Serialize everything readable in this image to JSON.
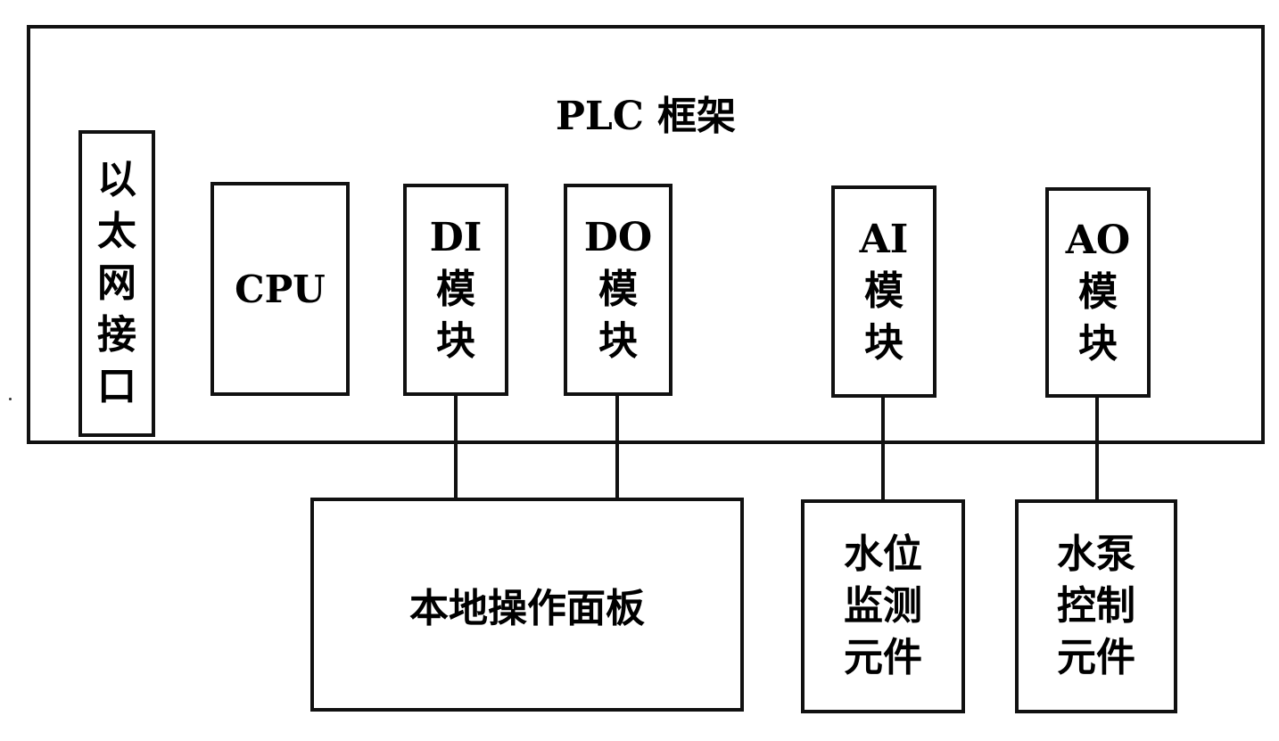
{
  "frame": {
    "title": "PLC 框架"
  },
  "modules": {
    "ethernet": [
      "以",
      "太",
      "网",
      "接",
      "口"
    ],
    "cpu": "CPU",
    "di": [
      "DI",
      "模",
      "块"
    ],
    "do": [
      "DO",
      "模",
      "块"
    ],
    "ai": [
      "AI",
      "模",
      "块"
    ],
    "ao": [
      "AO",
      "模",
      "块"
    ]
  },
  "external": {
    "panel": "本地操作面板",
    "water_level": [
      "水位",
      "监测",
      "元件"
    ],
    "pump": [
      "水泵",
      "控制",
      "元件"
    ]
  }
}
